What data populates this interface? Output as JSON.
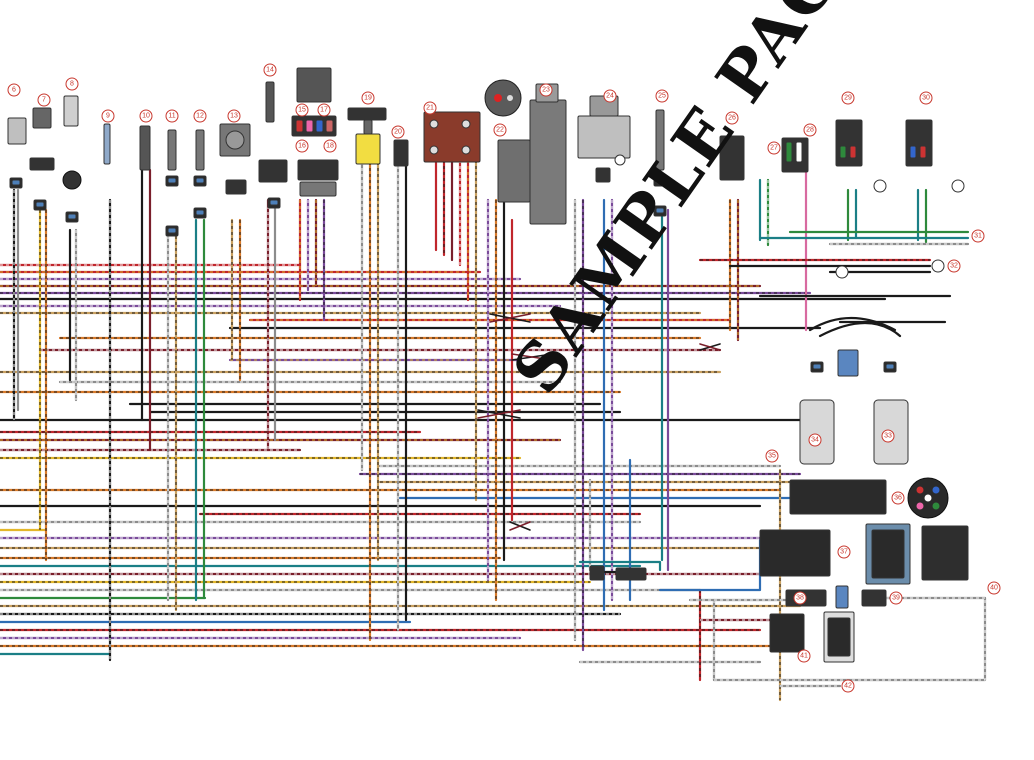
{
  "watermark": "SAMPLE PAGE",
  "callouts": [
    "6",
    "7",
    "8",
    "9",
    "10",
    "11",
    "12",
    "13",
    "14",
    "15",
    "16",
    "17",
    "18",
    "19",
    "20",
    "21",
    "22",
    "23",
    "24",
    "25",
    "26",
    "27",
    "28",
    "29",
    "30",
    "31",
    "32",
    "33",
    "34",
    "35",
    "36",
    "37",
    "38",
    "39",
    "40",
    "41",
    "42"
  ],
  "colors": {
    "red": "#c0262c",
    "maroon": "#7a1f2b",
    "purple": "#7a4b9a",
    "black": "#1a1a1a",
    "yellow": "#e3b72a",
    "orange": "#d87a2a",
    "tan": "#c9a060",
    "blue": "#2f6db3",
    "teal": "#1b7f86",
    "green": "#2e8a3c",
    "gray": "#8c8c8c",
    "pink": "#d86aa0",
    "callout": "#c8382e"
  }
}
